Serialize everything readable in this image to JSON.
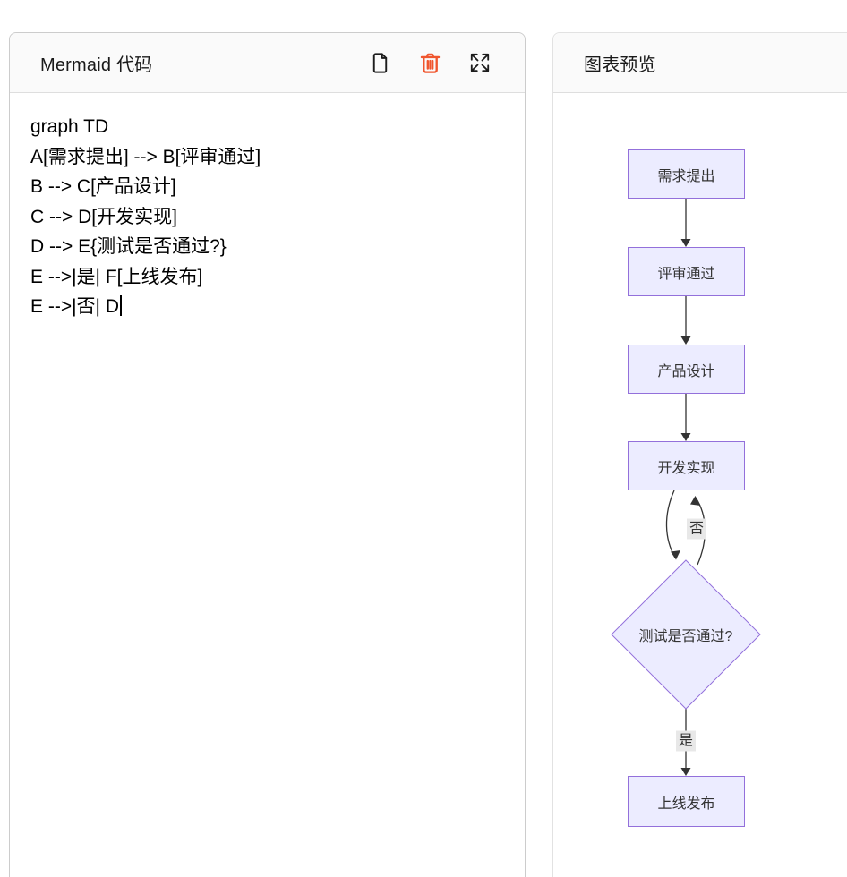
{
  "left_panel": {
    "title": "Mermaid 代码",
    "code_lines": [
      "graph TD",
      "A[需求提出] --> B[评审通过]",
      "B --> C[产品设计]",
      "C --> D[开发实现]",
      "D --> E{测试是否通过?}",
      "E -->|是| F[上线发布]",
      "E -->|否| D"
    ]
  },
  "right_panel": {
    "title": "图表预览"
  },
  "flowchart": {
    "type": "mermaid-graph-TD",
    "nodes": {
      "A": "需求提出",
      "B": "评审通过",
      "C": "产品设计",
      "D": "开发实现",
      "E": "测试是否通过?",
      "F": "上线发布"
    },
    "edges": [
      {
        "from": "A",
        "to": "B",
        "label": ""
      },
      {
        "from": "B",
        "to": "C",
        "label": ""
      },
      {
        "from": "C",
        "to": "D",
        "label": ""
      },
      {
        "from": "D",
        "to": "E",
        "label": ""
      },
      {
        "from": "E",
        "to": "F",
        "label": "是"
      },
      {
        "from": "E",
        "to": "D",
        "label": "否"
      }
    ],
    "edge_labels": {
      "yes": "是",
      "no": "否"
    }
  },
  "colors": {
    "node_fill": "#ECECFF",
    "node_border": "#9370DB",
    "edge_stroke": "#333333",
    "edge_label_bg": "#e8e8e8",
    "trash_icon": "#f0562e",
    "header_bg": "#fafafa",
    "panel_border": "#cccccc"
  }
}
